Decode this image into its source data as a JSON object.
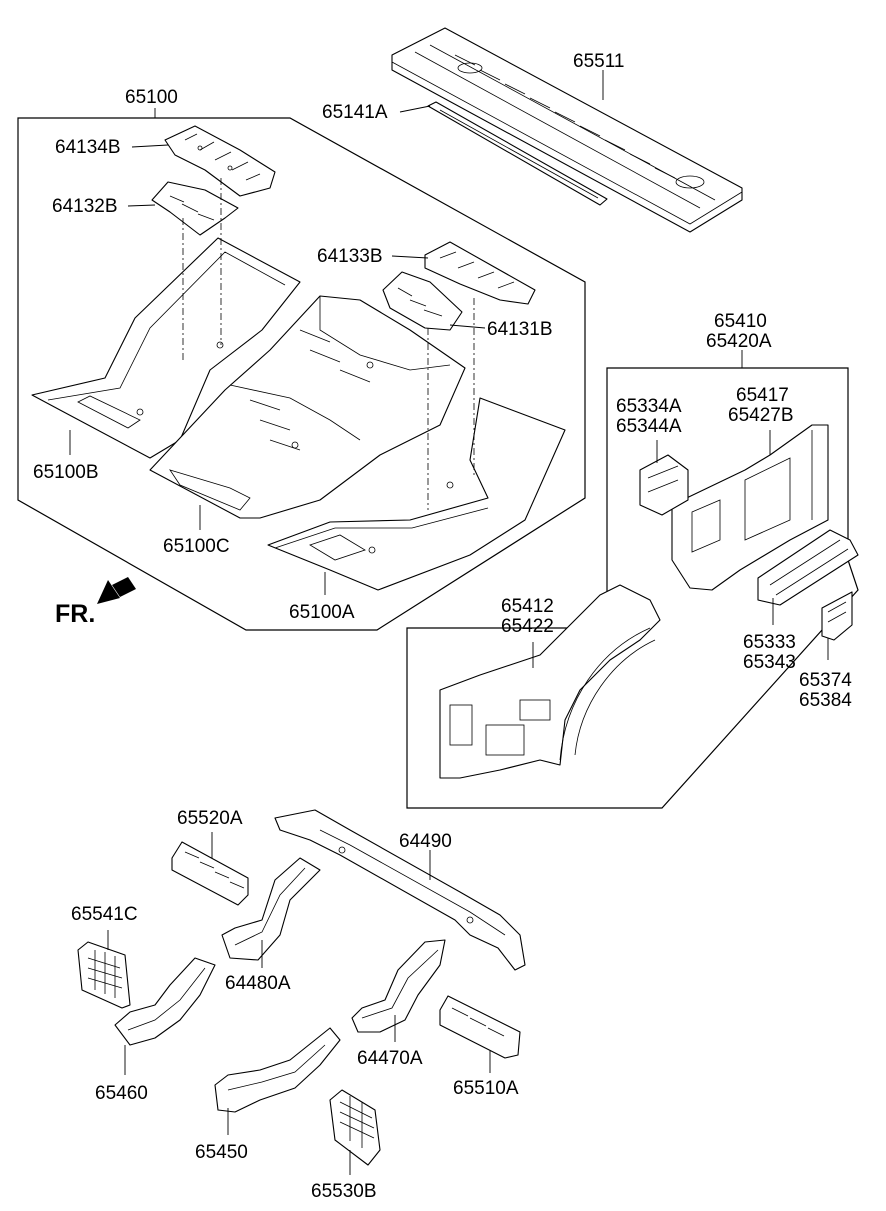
{
  "diagram": {
    "front_marker": "FR.",
    "labels": {
      "p65511": "65511",
      "p65141A": "65141A",
      "p65100": "65100",
      "p64134B": "64134B",
      "p64132B": "64132B",
      "p64133B": "64133B",
      "p64131B": "64131B",
      "p65100B": "65100B",
      "p65100C": "65100C",
      "p65100A": "65100A",
      "p65410": "65410",
      "p65420A": "65420A",
      "p65334A": "65334A",
      "p65344A": "65344A",
      "p65417": "65417",
      "p65427B": "65427B",
      "p65412": "65412",
      "p65422": "65422",
      "p65333": "65333",
      "p65343": "65343",
      "p65374": "65374",
      "p65384": "65384",
      "p65520A": "65520A",
      "p64490": "64490",
      "p65541C": "65541C",
      "p64480A": "64480A",
      "p65460": "65460",
      "p64470A": "64470A",
      "p65510A": "65510A",
      "p65450": "65450",
      "p65530B": "65530B"
    }
  }
}
